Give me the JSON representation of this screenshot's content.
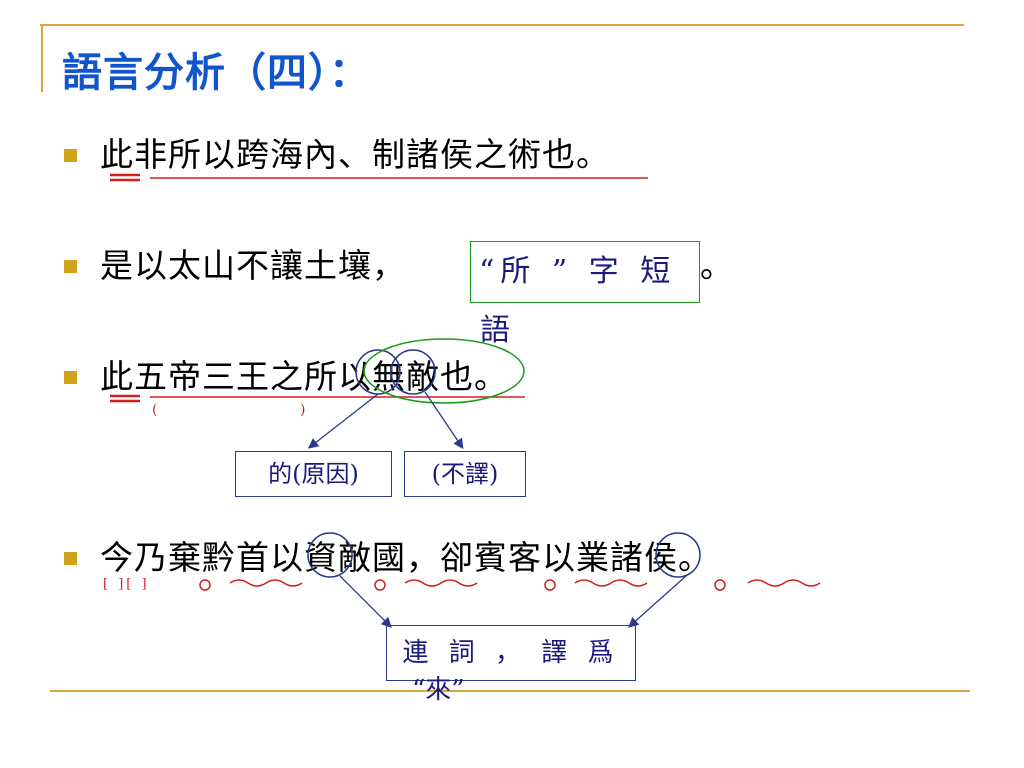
{
  "slide": {
    "title": "語言分析（四）：",
    "sentences": [
      "此非所以跨海內、制諸侯之術也。",
      "是以太山不讓土壤，",
      "此五帝三王之所以無敵也。",
      "今乃棄黔首以資敵國，卻賓客以業諸侯。"
    ],
    "line2_end": "。",
    "notes": {
      "suo_phrase_box": "“所 ” 字 短",
      "suo_phrase_overflow": "語",
      "de_reason": "的(原因)",
      "not_translated": "(不譯)",
      "conjunction_line1": "連 詞 ， 譯 爲",
      "conjunction_line2": "“來”",
      "paren_open": "(",
      "paren_close": ")",
      "bracket_marks": "[ ][ ]"
    }
  },
  "colors": {
    "title": "#1155cc",
    "rule": "#d9a441",
    "bullet": "#d1a21b",
    "underline": "#d02020",
    "circle": "#2a3a8a",
    "green": "#1a9a1a",
    "arrow": "#2a3a8a"
  }
}
